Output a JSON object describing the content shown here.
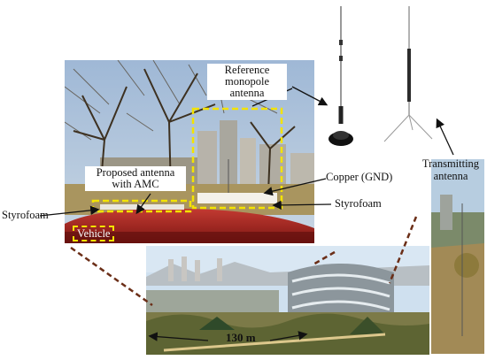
{
  "labels": {
    "reference": [
      "Reference",
      "monopole",
      "antenna"
    ],
    "proposed": [
      "Proposed antenna",
      "with AMC"
    ],
    "copper": "Copper (GND)",
    "styrofoam_right": "Styrofoam",
    "styrofoam_left": "Styrofoam",
    "vehicle": "Vehicle",
    "transmitting": [
      "Transmitting",
      "antenna"
    ],
    "distance": "130 m"
  },
  "colors": {
    "highlight_box": "#f3e300",
    "dashed_link": "#6b2e17",
    "arrow": "#111111"
  }
}
